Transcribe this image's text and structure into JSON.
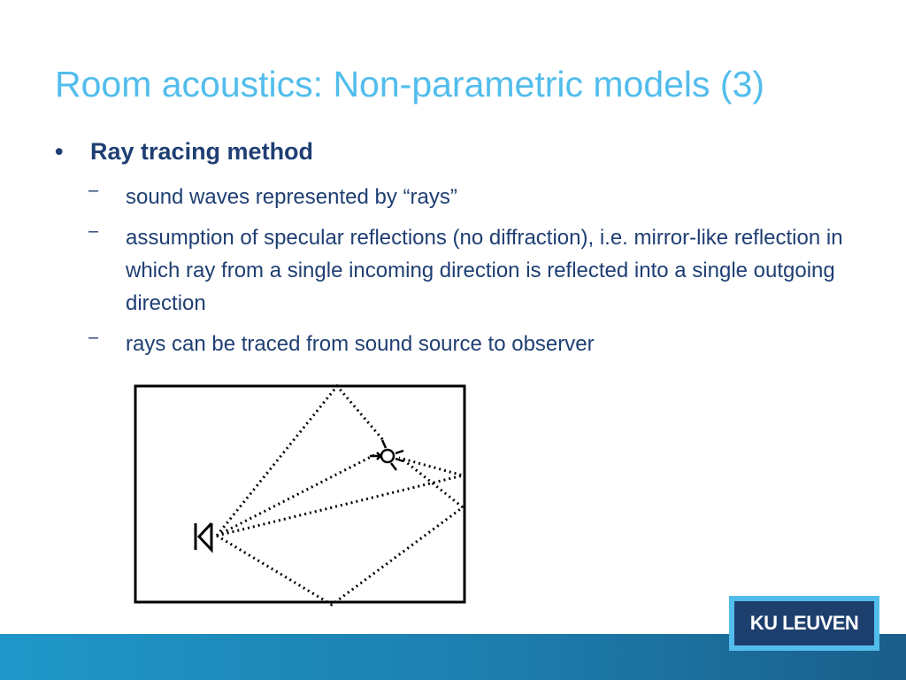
{
  "slide": {
    "title": "Room acoustics: Non-parametric models (3)",
    "bullet_marker": "•",
    "sub_marker": "–",
    "bullet": "Ray tracing method",
    "subbullets": [
      "sound waves represented by “rays”",
      "assumption of specular reflections (no diffraction), i.e. mirror-like reflection in which ray from a single incoming direction is reflected into a single outgoing direction",
      "rays can be traced from sound source to observer"
    ]
  },
  "logo": {
    "text": "KU LEUVEN"
  },
  "colors": {
    "title": "#52BDEC",
    "text": "#1F3F73",
    "footer": "#1D7EAE",
    "logo_bg": "#1D3F6E",
    "logo_border": "#52BDEC"
  },
  "icons": [
    "speaker-icon",
    "listener-icon"
  ]
}
